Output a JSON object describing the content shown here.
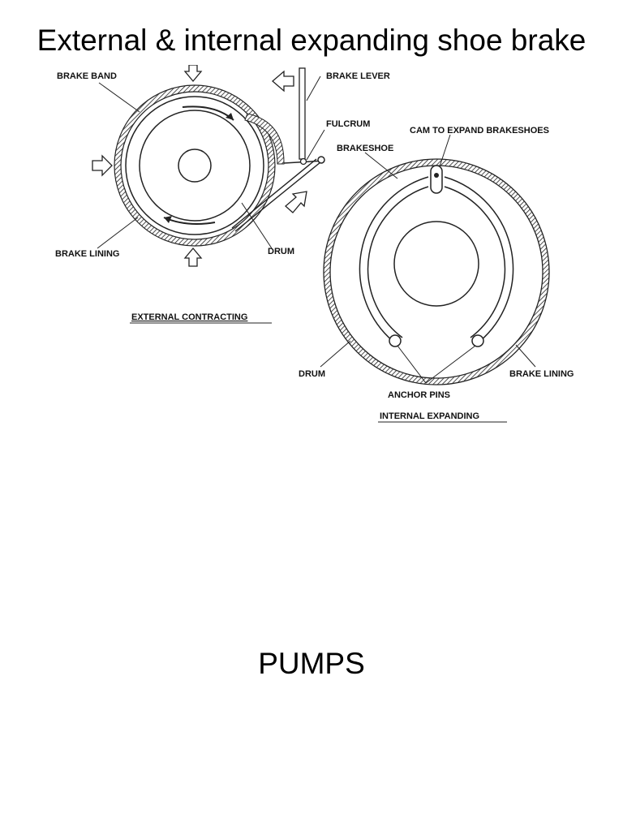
{
  "slide": {
    "title": "External & internal expanding shoe brake",
    "bottom_title": "PUMPS"
  },
  "diagram": {
    "external": {
      "labels": {
        "brake_band": "BRAKE BAND",
        "brake_lever": "BRAKE LEVER",
        "fulcrum": "FULCRUM",
        "brake_lining": "BRAKE LINING",
        "drum": "DRUM",
        "caption": "EXTERNAL CONTRACTING"
      }
    },
    "internal": {
      "labels": {
        "cam": "CAM TO EXPAND BRAKESHOES",
        "brakeshoe": "BRAKESHOE",
        "drum": "DRUM",
        "brake_lining": "BRAKE LINING",
        "anchor_pins": "ANCHOR PINS",
        "caption": "INTERNAL EXPANDING"
      }
    }
  }
}
